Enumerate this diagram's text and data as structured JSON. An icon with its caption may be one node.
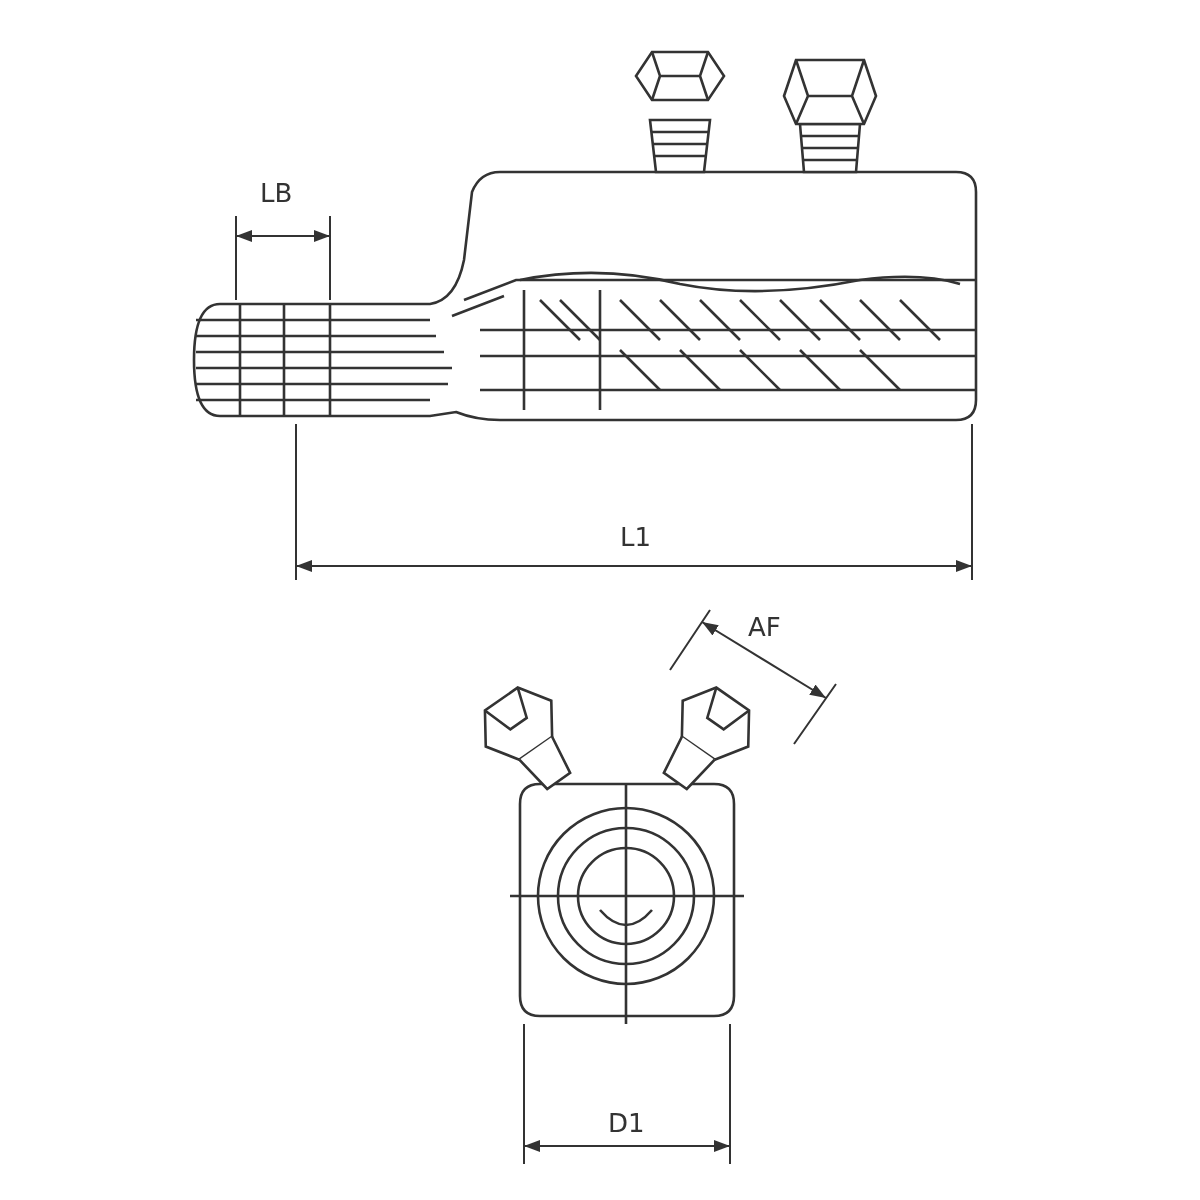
{
  "diagram": {
    "labels": [
      "LB",
      "L1",
      "AF",
      "D1"
    ]
  }
}
